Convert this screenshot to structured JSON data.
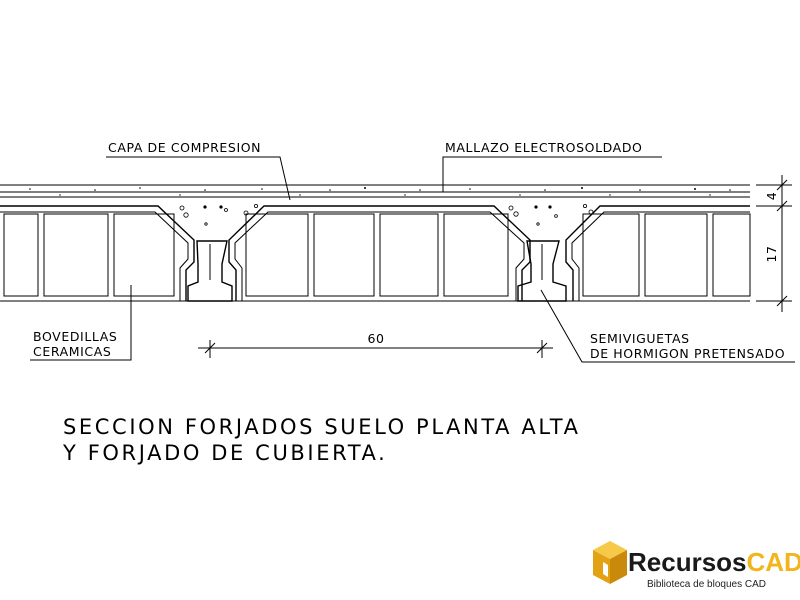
{
  "labels": {
    "capa": "CAPA DE COMPRESION",
    "mallazo": "MALLAZO ELECTROSOLDADO",
    "bovedillas_1": "BOVEDILLAS",
    "bovedillas_2": "CERAMICAS",
    "semiviguetas_1": "SEMIVIGUETAS",
    "semiviguetas_2": "DE HORMIGON PRETENSADO"
  },
  "dimensions": {
    "spacing": "60",
    "topping": "4",
    "block": "17"
  },
  "title": {
    "line1": "SECCION FORJADOS SUELO PLANTA ALTA",
    "line2": "Y FORJADO DE CUBIERTA."
  },
  "logo": {
    "word_a": "Recursos",
    "word_b": "CAD",
    "tagline": "Biblioteca de bloques CAD",
    "color_a": "#1a1a1a",
    "color_b": "#f2b51c",
    "icon": "cube-icon"
  }
}
